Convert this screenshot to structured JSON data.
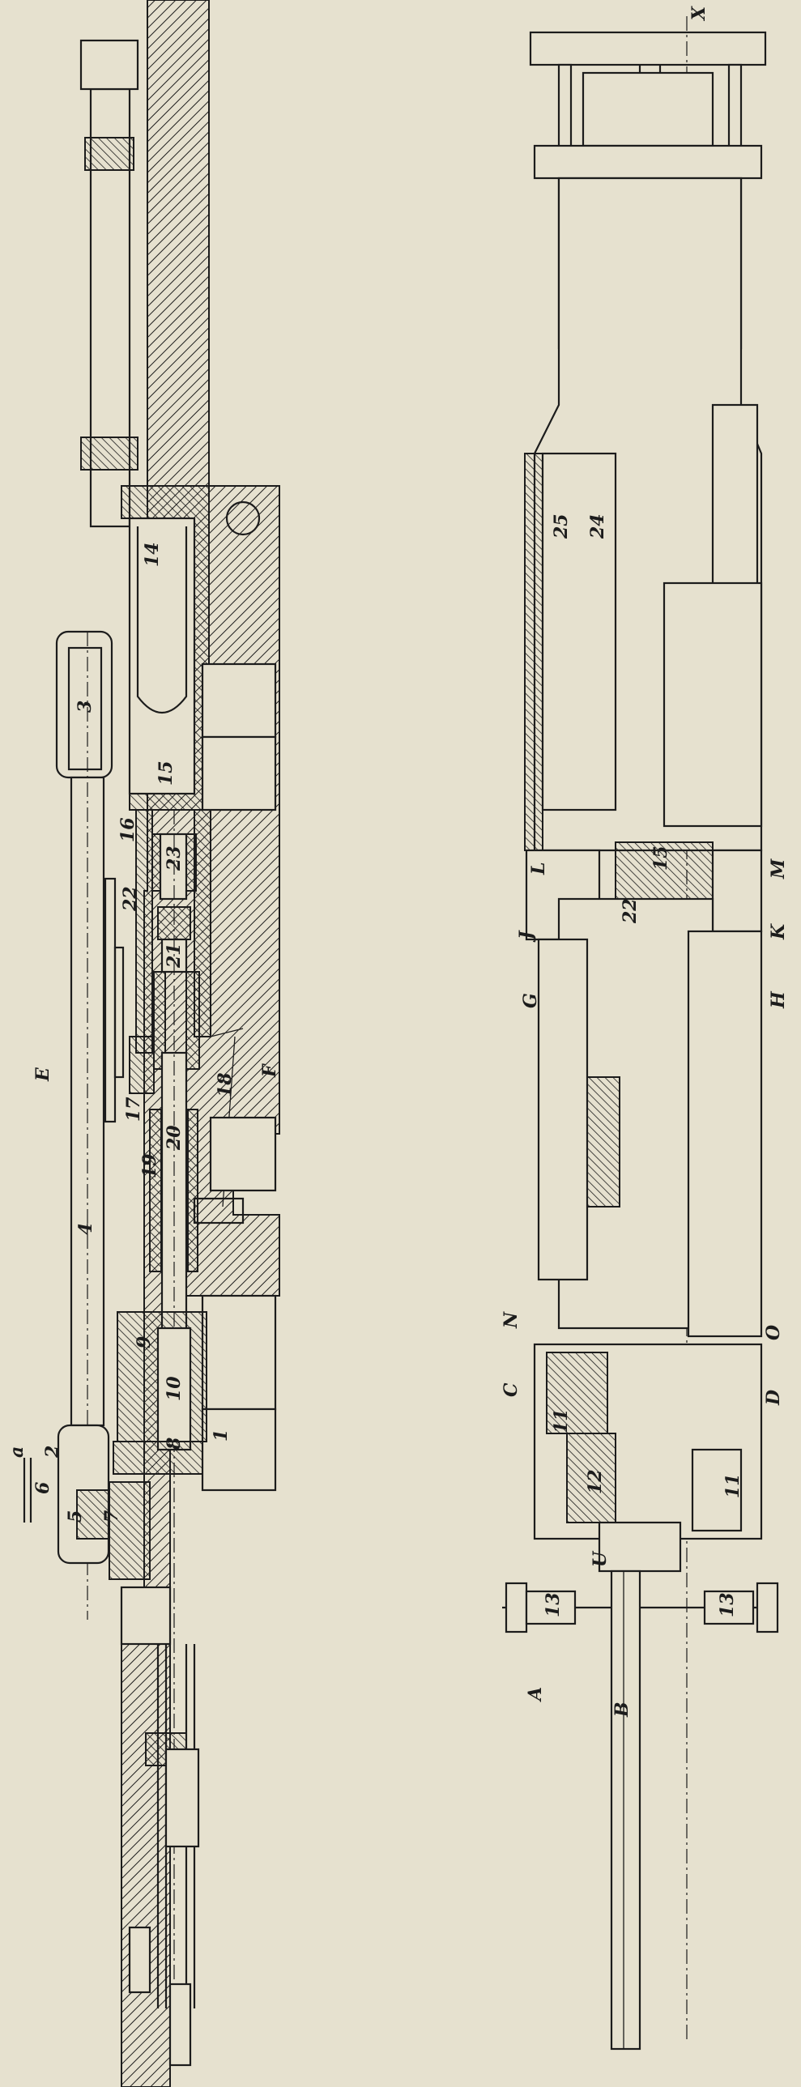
{
  "figure": {
    "left_view": {
      "labels": [
        "14",
        "3",
        "15",
        "16",
        "22",
        "23",
        "21",
        "E",
        "F",
        "17",
        "18",
        "20",
        "19",
        "4",
        "9",
        "10",
        "8",
        "1",
        "2",
        "6",
        "a",
        "5",
        "7"
      ]
    },
    "right_view": {
      "labels": [
        "X",
        "25",
        "24",
        "15",
        "L",
        "M",
        "J",
        "22",
        "K",
        "G",
        "H",
        "N",
        "O",
        "C",
        "D",
        "11",
        "12",
        "U",
        "11",
        "13",
        "13",
        "A",
        "B"
      ]
    },
    "colors": {
      "paper": "#e6e1cf",
      "ink": "#1c1c1c"
    }
  }
}
